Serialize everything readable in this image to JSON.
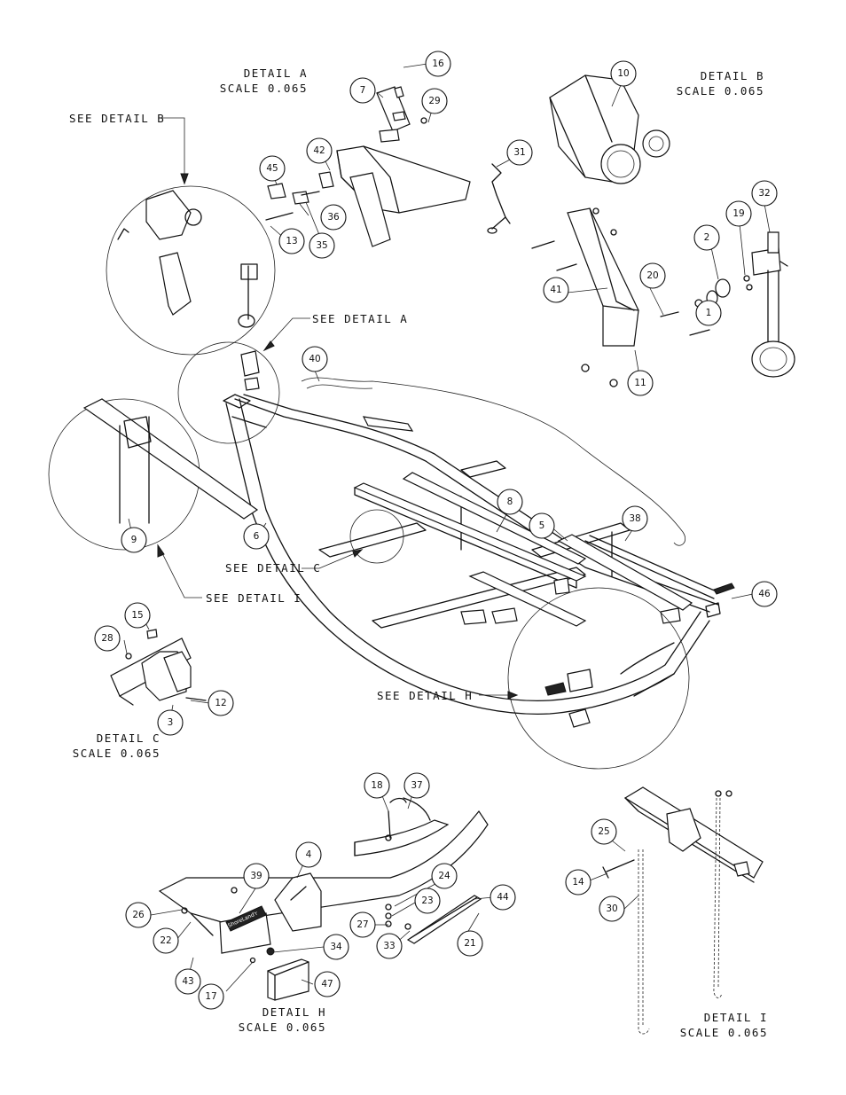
{
  "diagram": {
    "captions": {
      "detail_a": "DETAIL  A",
      "detail_a_scale": "SCALE  0.065",
      "detail_b": "DETAIL  B",
      "detail_b_scale": "SCALE  0.065",
      "detail_c": "DETAIL  C",
      "detail_c_scale": "SCALE  0.065",
      "detail_h": "DETAIL  H",
      "detail_h_scale": "SCALE  0.065",
      "detail_i": "DETAIL  I",
      "detail_i_scale": "SCALE  0.065"
    },
    "callouts": {
      "see_detail_a": "SEE  DETAIL  A",
      "see_detail_b": "SEE  DETAIL  B",
      "see_detail_c": "SEE  DETAIL  C",
      "see_detail_h": "SEE  DETAIL  H",
      "see_detail_i": "SEE  DETAIL  I"
    },
    "logo_text": "ShoreLand'r",
    "parts": [
      {
        "id": "p7",
        "label": "7"
      },
      {
        "id": "p16",
        "label": "16"
      },
      {
        "id": "p29",
        "label": "29"
      },
      {
        "id": "p42",
        "label": "42"
      },
      {
        "id": "p45",
        "label": "45"
      },
      {
        "id": "p36",
        "label": "36"
      },
      {
        "id": "p13",
        "label": "13"
      },
      {
        "id": "p35",
        "label": "35"
      },
      {
        "id": "p31",
        "label": "31"
      },
      {
        "id": "p10",
        "label": "10"
      },
      {
        "id": "p32",
        "label": "32"
      },
      {
        "id": "p19",
        "label": "19"
      },
      {
        "id": "p2",
        "label": "2"
      },
      {
        "id": "p20",
        "label": "20"
      },
      {
        "id": "p41",
        "label": "41"
      },
      {
        "id": "p1",
        "label": "1"
      },
      {
        "id": "p11",
        "label": "11"
      },
      {
        "id": "p40",
        "label": "40"
      },
      {
        "id": "p9",
        "label": "9"
      },
      {
        "id": "p6",
        "label": "6"
      },
      {
        "id": "p8",
        "label": "8"
      },
      {
        "id": "p5",
        "label": "5"
      },
      {
        "id": "p38",
        "label": "38"
      },
      {
        "id": "p46",
        "label": "46"
      },
      {
        "id": "p15",
        "label": "15"
      },
      {
        "id": "p28",
        "label": "28"
      },
      {
        "id": "p12",
        "label": "12"
      },
      {
        "id": "p3",
        "label": "3"
      },
      {
        "id": "p18",
        "label": "18"
      },
      {
        "id": "p37",
        "label": "37"
      },
      {
        "id": "p4",
        "label": "4"
      },
      {
        "id": "p39",
        "label": "39"
      },
      {
        "id": "p24",
        "label": "24"
      },
      {
        "id": "p44",
        "label": "44"
      },
      {
        "id": "p26",
        "label": "26"
      },
      {
        "id": "p23",
        "label": "23"
      },
      {
        "id": "p27",
        "label": "27"
      },
      {
        "id": "p22",
        "label": "22"
      },
      {
        "id": "p33",
        "label": "33"
      },
      {
        "id": "p21",
        "label": "21"
      },
      {
        "id": "p34",
        "label": "34"
      },
      {
        "id": "p43",
        "label": "43"
      },
      {
        "id": "p17",
        "label": "17"
      },
      {
        "id": "p47",
        "label": "47"
      },
      {
        "id": "p25",
        "label": "25"
      },
      {
        "id": "p14",
        "label": "14"
      },
      {
        "id": "p30",
        "label": "30"
      }
    ]
  }
}
